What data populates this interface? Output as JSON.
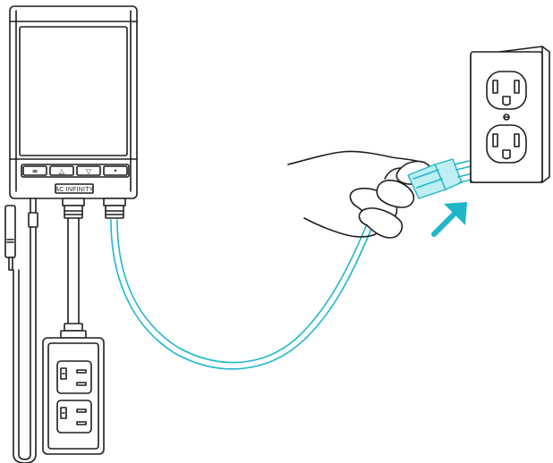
{
  "controller": {
    "brand_label": "AC INFINITY",
    "buttons": [
      {
        "name": "menu-button",
        "glyph": "≡"
      },
      {
        "name": "up-button",
        "glyph": "△"
      },
      {
        "name": "down-button",
        "glyph": "▽"
      },
      {
        "name": "mode-button",
        "glyph": "•"
      }
    ]
  },
  "colors": {
    "line": "#1e1e1e",
    "accent": "#1fb6c9",
    "accent_light": "#bfeef3"
  },
  "icons": {
    "arrow": "arrow-up-right-icon",
    "plug": "power-plug-icon",
    "outlet": "wall-outlet-icon",
    "hand": "hand-icon"
  }
}
